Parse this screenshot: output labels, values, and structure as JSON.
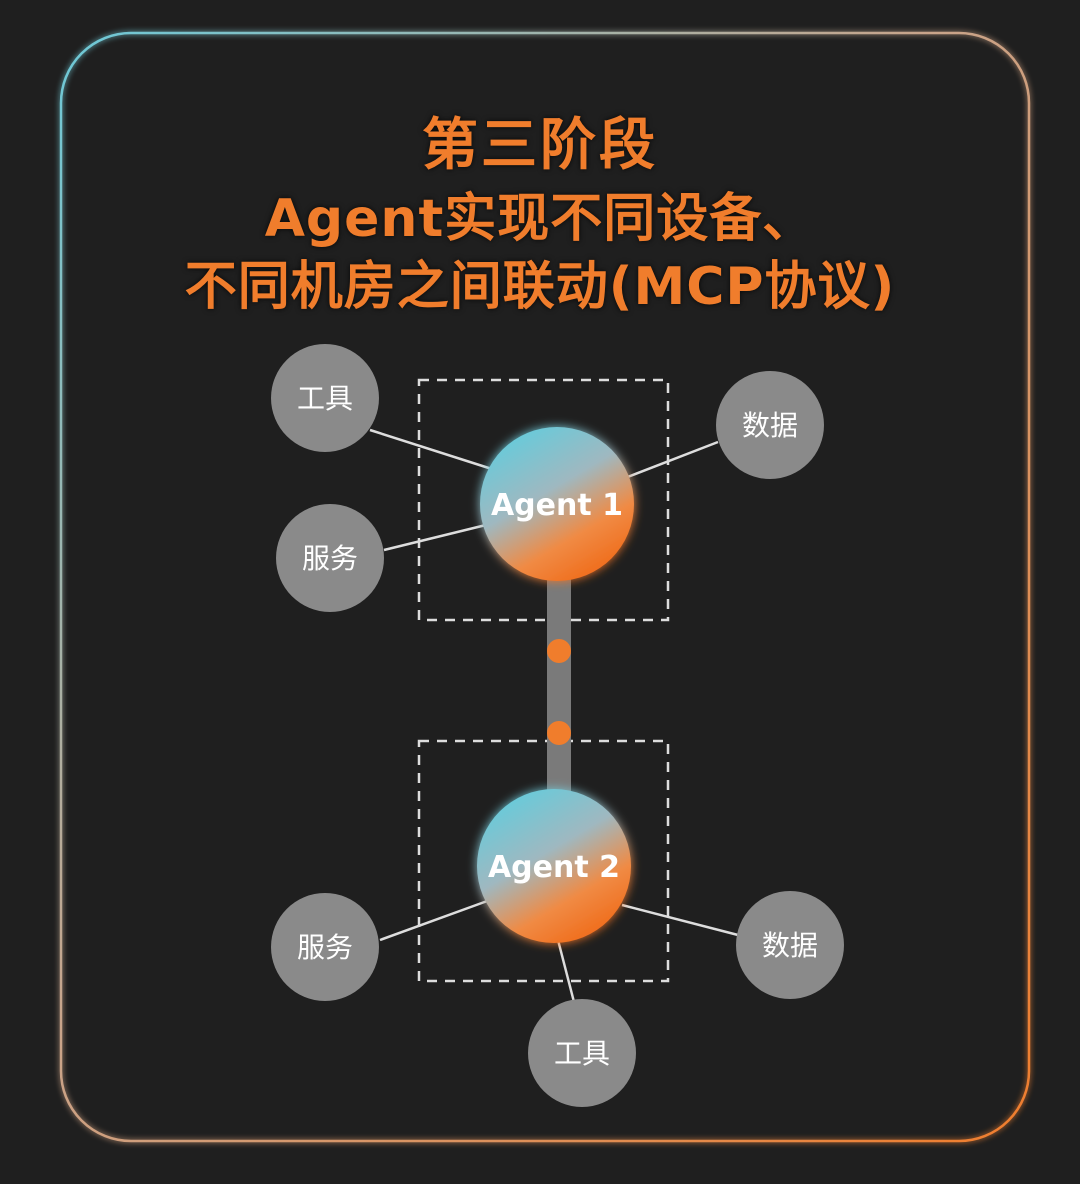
{
  "title": {
    "line1": "第三阶段",
    "line2": "Agent实现不同设备、",
    "line3": "不同机房之间联动(MCP协议)"
  },
  "agents": [
    {
      "label": "Agent 1",
      "satellites": [
        {
          "key": "tool",
          "label": "工具"
        },
        {
          "key": "data",
          "label": "数据"
        },
        {
          "key": "service",
          "label": "服务"
        }
      ]
    },
    {
      "label": "Agent 2",
      "satellites": [
        {
          "key": "service",
          "label": "服务"
        },
        {
          "key": "data",
          "label": "数据"
        },
        {
          "key": "tool",
          "label": "工具"
        }
      ]
    }
  ],
  "colors": {
    "background": "#1f1f1f",
    "accent_orange": "#f07d2c",
    "accent_cyan": "#6cc9d8",
    "node_gray": "#8a8a8a",
    "connector_gray": "#7a7a7a"
  }
}
